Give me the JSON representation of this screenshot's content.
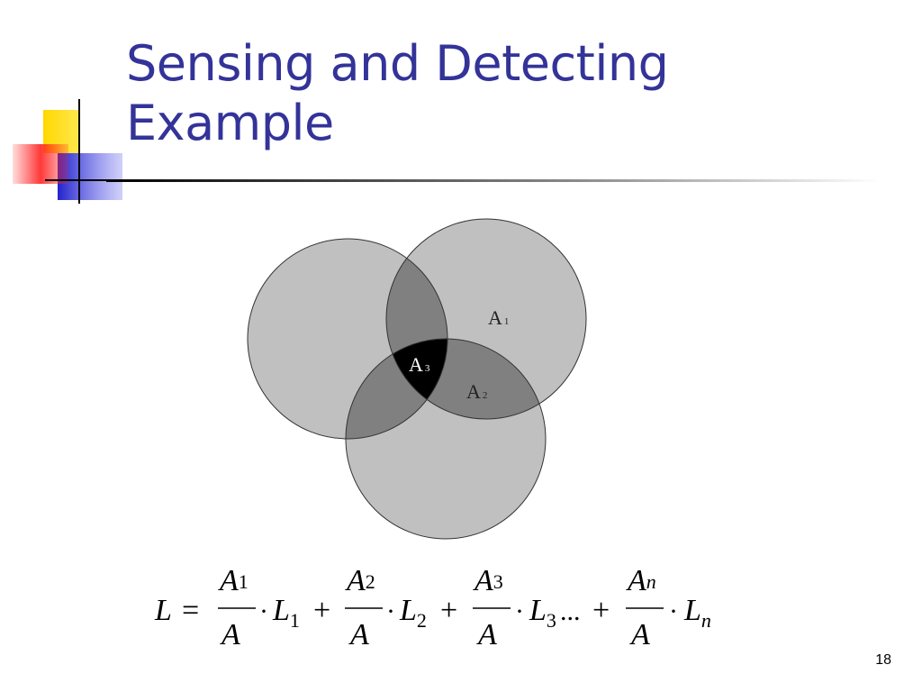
{
  "slide": {
    "title_lines": [
      "Sensing and Detecting",
      "Example"
    ],
    "page_number": "18"
  },
  "colors": {
    "title": "#333399",
    "deco_yellow": "#ffd700",
    "deco_blue": "#3333cc",
    "deco_red": "#ff3333",
    "circle_fill": "#c0c0c0",
    "overlap_fill": "#808080",
    "triple_overlap_fill": "#000000",
    "outline": "#333333"
  },
  "diagram": {
    "labels": [
      {
        "base": "A",
        "sub": "1"
      },
      {
        "base": "A",
        "sub": "2"
      },
      {
        "base": "A",
        "sub": "3"
      }
    ]
  },
  "formula": {
    "lhs": "L",
    "equals": "=",
    "dot": "·",
    "plus": "+",
    "ellipsis": "...",
    "denominator": "A",
    "terms": [
      {
        "num_base": "A",
        "num_sub": "1",
        "l_base": "L",
        "l_sub": "1"
      },
      {
        "num_base": "A",
        "num_sub": "2",
        "l_base": "L",
        "l_sub": "2"
      },
      {
        "num_base": "A",
        "num_sub": "3",
        "l_base": "L",
        "l_sub": "3"
      },
      {
        "num_base": "A",
        "num_sub": "n",
        "l_base": "L",
        "l_sub": "n"
      }
    ]
  }
}
